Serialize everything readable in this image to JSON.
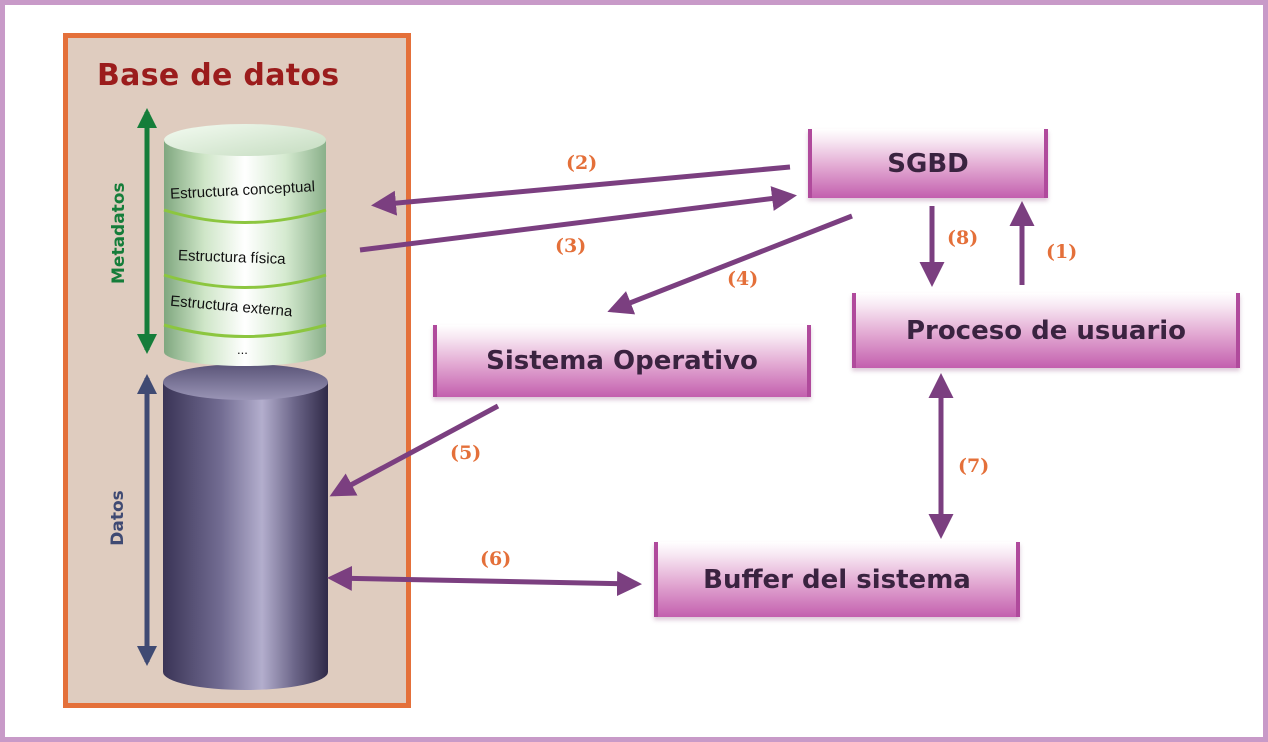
{
  "database": {
    "title": "Base de datos",
    "metadata_label": "Metadatos",
    "data_label": "Datos",
    "metadata_items": [
      "Estructura conceptual",
      "Estructura física",
      "Estructura externa",
      "..."
    ]
  },
  "nodes": {
    "sgbd": "SGBD",
    "proceso": "Proceso de usuario",
    "sistema": "Sistema Operativo",
    "buffer": "Buffer del sistema"
  },
  "steps": [
    "(1)",
    "(2)",
    "(3)",
    "(4)",
    "(5)",
    "(6)",
    "(7)",
    "(8)"
  ],
  "colors": {
    "frame": "#c89ac8",
    "panel_border": "#e4703a",
    "panel_fill": "#dfccbf",
    "title": "#9b1c1c",
    "arrow": "#7b3f80",
    "step_label": "#e4703a",
    "metadata_arrow": "#157d3a",
    "data_arrow": "#3f4a73"
  }
}
